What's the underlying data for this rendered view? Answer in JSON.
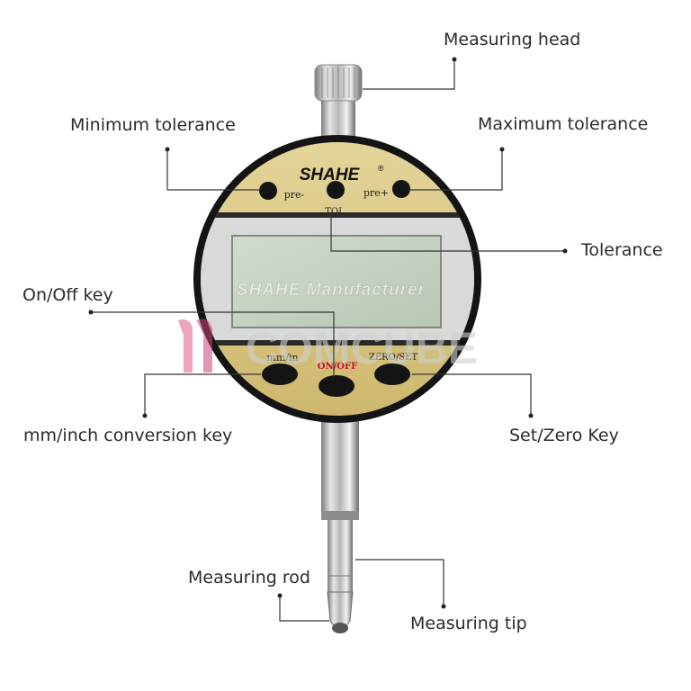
{
  "device": {
    "brand": "SHAHE",
    "registered_mark": "®",
    "watermark_manufacturer": "SHAHE Manufacturer",
    "watermark_store": "COMCUBE",
    "keys_top": {
      "pre_minus": "pre-",
      "tol": "TOL",
      "pre_plus": "pre+"
    },
    "keys_bottom": {
      "mm_in": "mm/in",
      "on_off": "ON/OFF",
      "zero_set": "ZERO/SET"
    }
  },
  "labels": {
    "measuring_head": "Measuring head",
    "minimum_tolerance": "Minimum tolerance",
    "maximum_tolerance": "Maximum tolerance",
    "tolerance": "Tolerance",
    "on_off_key": "On/Off key",
    "mm_inch_conversion_key": "mm/inch conversion key",
    "set_zero_key": "Set/Zero Key",
    "measuring_rod": "Measuring rod",
    "measuring_tip": "Measuring tip"
  },
  "colors": {
    "gold": "#d8c682",
    "bezel": "#1a1a1a",
    "lcd": "#c7d2c2",
    "onoff_red": "#c8102e",
    "leader_line": "#333333",
    "watermark_pink": "#e05a8a"
  }
}
